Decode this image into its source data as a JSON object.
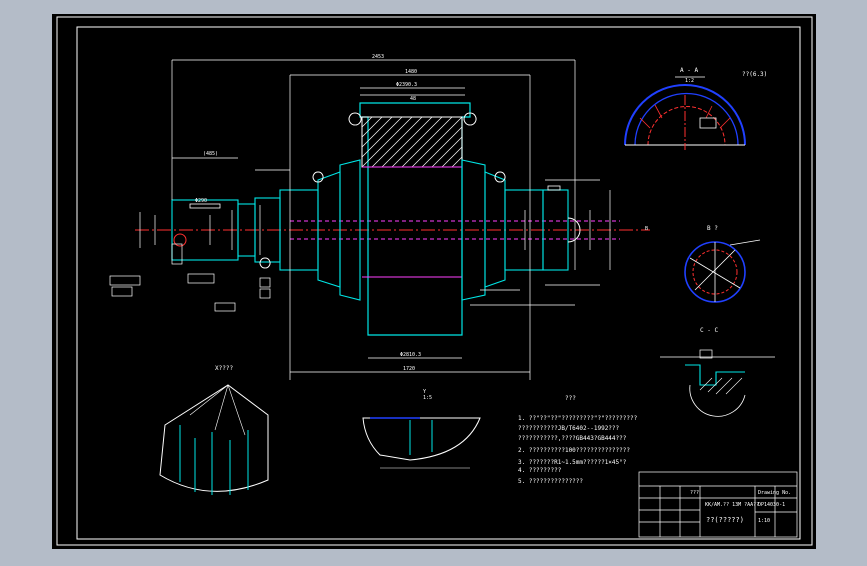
{
  "colors": {
    "bg": "#000000",
    "line": "#ffffff",
    "shaft": "#00e6e6",
    "section": "#ff3030",
    "hidden": "#ff40ff",
    "dim": "#ffffff",
    "arc": "#2040ff",
    "outer": "#b4bcc8"
  },
  "views": {
    "top_dim": "2453",
    "second_dim": "1480",
    "flange_dim": "Φ2390.3",
    "dim_48": "48",
    "left_dim": "(485)",
    "dia_left": "Φ290",
    "section_aa": "A - A",
    "section_aa_scale": "1:2",
    "roughness_note": "??(6.3)",
    "section_b": "B ?",
    "section_cc": "C - C",
    "detail_x": "X????",
    "detail_y": "Y",
    "detail_y_scale": "1:5",
    "arrow_b": "B",
    "bottom_dim": "1720",
    "lower_dim": "Φ2810.3"
  },
  "notes": {
    "heading": "???",
    "lines": [
      "1. ??\"??\"??\"?????????\"?\"?????????",
      "   ???????????JB/T6402--1992???",
      "   ???????????,????GB443?GB444???",
      "2. ??????????100???????????????",
      "3. ???????R1~1.5mm??????1×45°?",
      "4. ?????????",
      "5. ???????????????"
    ]
  },
  "title_block": {
    "drawing_no_label": "Drawing No.",
    "drawing_no": "DP14030-1",
    "part_name": "??(?????)",
    "scale_label": "1:10"
  }
}
